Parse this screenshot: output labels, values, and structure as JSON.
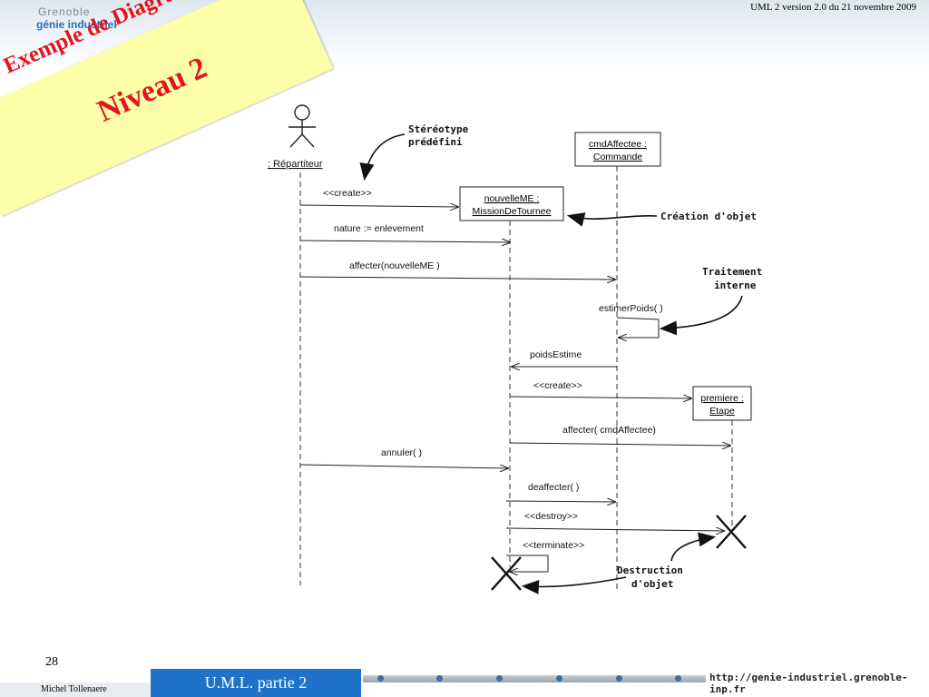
{
  "header": {
    "logo_line1": "Grenoble",
    "logo_line2": "génie industriel",
    "version": "UML 2 version 2.0  du  21 novembre 2009",
    "title_line1": "Exemple de Diagramme",
    "title_line2": "Niveau 2"
  },
  "diagram": {
    "lifelines": [
      {
        "id": "repartiteur",
        "label": ": Répartiteur"
      },
      {
        "id": "nouvelleME",
        "line1": "nouvelleME :",
        "line2": "MissionDeTournee"
      },
      {
        "id": "cmdAffectee",
        "line1": "cmdAffectee :",
        "line2": "Commande"
      },
      {
        "id": "premiere",
        "line1": "premiere :",
        "line2": "Etape"
      }
    ],
    "messages": [
      {
        "label": "<<create>>"
      },
      {
        "label": "nature := enlevement"
      },
      {
        "label": "affecter(nouvelleME )"
      },
      {
        "label": "estimerPoids( )"
      },
      {
        "label": "poidsEstime"
      },
      {
        "label": "<<create>>"
      },
      {
        "label": "affecter( cmdAffectee)"
      },
      {
        "label": "annuler( )"
      },
      {
        "label": "deaffecter( )"
      },
      {
        "label": "<<destroy>>"
      },
      {
        "label": "<<terminate>>"
      }
    ],
    "annotations": {
      "stereotype_line1": "Stéréotype",
      "stereotype_line2": "prédéfini",
      "creation": "Création d'objet",
      "traitement_line1": "Traitement",
      "traitement_line2": "interne",
      "destruction_line1": "Destruction",
      "destruction_line2": "d'objet"
    }
  },
  "footer": {
    "page_number": "28",
    "author": "Michel Tollenaere",
    "course": "U.M.L. partie 2",
    "url": "http://genie-industriel.grenoble-inp.fr"
  }
}
